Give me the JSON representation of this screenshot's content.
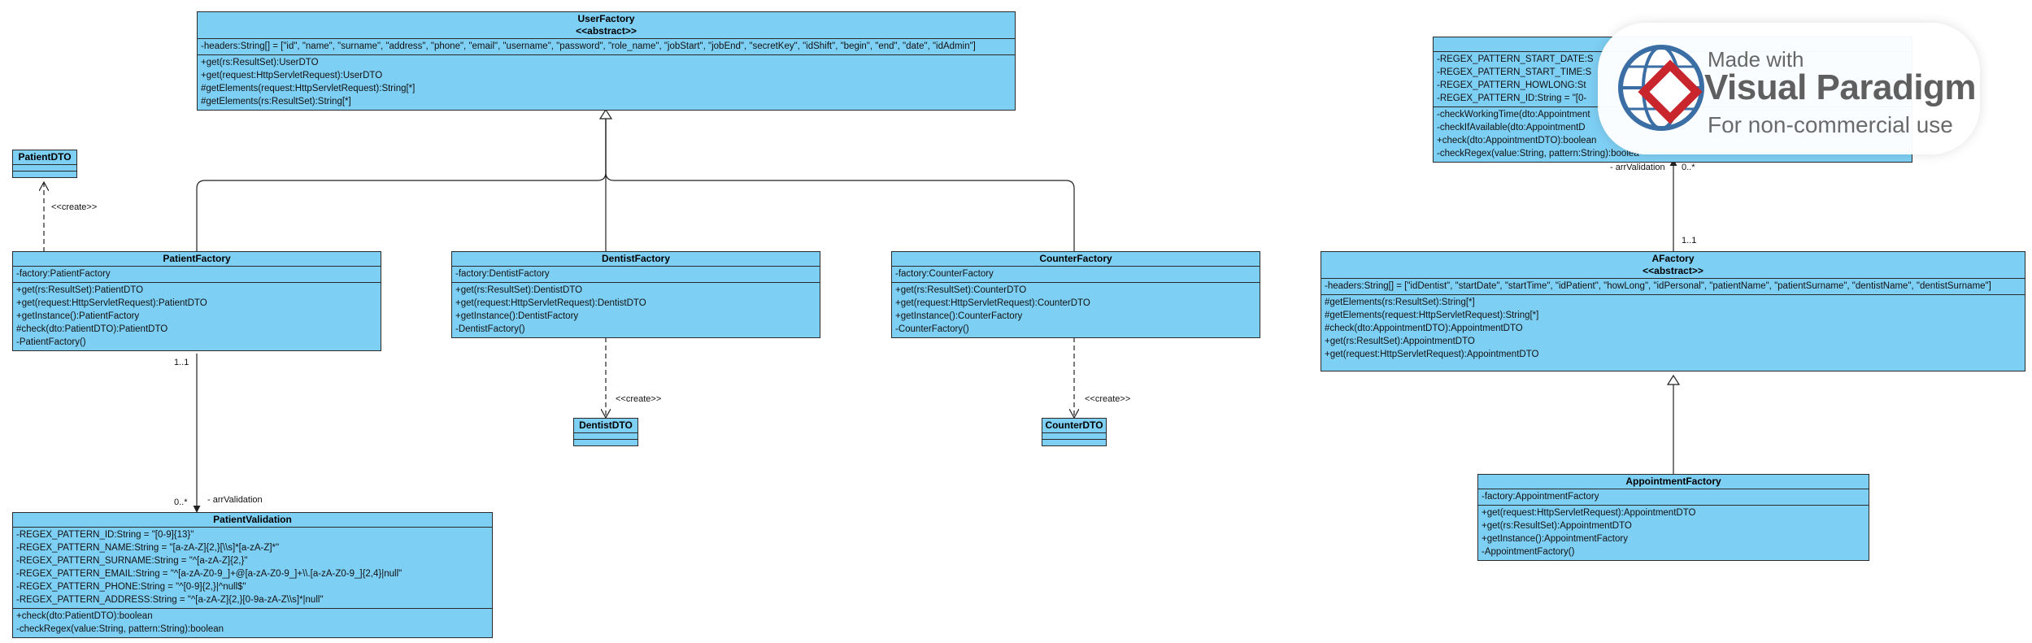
{
  "classes": {
    "userFactory": {
      "name": "UserFactory",
      "stereotype": "<<abstract>>",
      "attributes": [
        "-headers:String[] = [\"id\", \"name\", \"surname\", \"address\", \"phone\", \"email\", \"username\", \"password\", \"role_name\", \"jobStart\", \"jobEnd\", \"secretKey\", \"idShift\", \"begin\", \"end\", \"date\", \"idAdmin\"]"
      ],
      "operations": [
        "+get(rs:ResultSet):UserDTO",
        "+get(request:HttpServletRequest):UserDTO",
        "#getElements(request:HttpServletRequest):String[*]",
        "#getElements(rs:ResultSet):String[*]"
      ]
    },
    "patientDTO": {
      "name": "PatientDTO"
    },
    "patientFactory": {
      "name": "PatientFactory",
      "attributes": [
        "-factory:PatientFactory"
      ],
      "operations": [
        "+get(rs:ResultSet):PatientDTO",
        "+get(request:HttpServletRequest):PatientDTO",
        "+getInstance():PatientFactory",
        "#check(dto:PatientDTO):PatientDTO",
        "-PatientFactory()"
      ]
    },
    "dentistFactory": {
      "name": "DentistFactory",
      "attributes": [
        "-factory:DentistFactory"
      ],
      "operations": [
        "+get(rs:ResultSet):DentistDTO",
        "+get(request:HttpServletRequest):DentistDTO",
        "+getInstance():DentistFactory",
        "-DentistFactory()"
      ]
    },
    "counterFactory": {
      "name": "CounterFactory",
      "attributes": [
        "-factory:CounterFactory"
      ],
      "operations": [
        "+get(rs:ResultSet):CounterDTO",
        "+get(request:HttpServletRequest):CounterDTO",
        "+getInstance():CounterFactory",
        "-CounterFactory()"
      ]
    },
    "dentistDTO": {
      "name": "DentistDTO"
    },
    "counterDTO": {
      "name": "CounterDTO"
    },
    "patientValidation": {
      "name": "PatientValidation",
      "attributes": [
        "-REGEX_PATTERN_ID:String = \"[0-9]{13}\"",
        "-REGEX_PATTERN_NAME:String = \"[a-zA-Z]{2,}[\\\\s]*[a-zA-Z]*\"",
        "-REGEX_PATTERN_SURNAME:String = \"^[a-zA-Z]{2,}\"",
        "-REGEX_PATTERN_EMAIL:String = \"^[a-zA-Z0-9_]+@[a-zA-Z0-9_]+\\\\.[a-zA-Z0-9_]{2,4}|null\"",
        "-REGEX_PATTERN_PHONE:String = \"^[0-9]{2,}|^null$\"",
        "-REGEX_PATTERN_ADDRESS:String = \"^[a-zA-Z]{2,}[0-9a-zA-Z\\\\s]*|null\""
      ],
      "operations": [
        "+check(dto:PatientDTO):boolean",
        "-checkRegex(value:String, pattern:String):boolean"
      ]
    },
    "appointmentValidation": {
      "attributes": [
        "-REGEX_PATTERN_START_DATE:S",
        "-REGEX_PATTERN_START_TIME:S",
        "-REGEX_PATTERN_HOWLONG:St",
        "-REGEX_PATTERN_ID:String = \"[0-"
      ],
      "operations": [
        "-checkWorkingTime(dto:Appointment",
        "-checkIfAvailable(dto:AppointmentD",
        "+check(dto:AppointmentDTO):boolean",
        "-checkRegex(value:String, pattern:String):boolea"
      ]
    },
    "aFactory": {
      "name": "AFactory",
      "stereotype": "<<abstract>>",
      "attributes": [
        "-headers:String[] = [\"idDentist\", \"startDate\", \"startTime\", \"idPatient\", \"howLong\", \"idPersonal\", \"patientName\", \"patientSurname\", \"dentistName\", \"dentistSurname\"]"
      ],
      "operations": [
        "#getElements(rs:ResultSet):String[*]",
        "#getElements(request:HttpServletRequest):String[*]",
        "#check(dto:AppointmentDTO):AppointmentDTO",
        "+get(rs:ResultSet):AppointmentDTO",
        "+get(request:HttpServletRequest):AppointmentDTO"
      ]
    },
    "appointmentFactory": {
      "name": "AppointmentFactory",
      "attributes": [
        "-factory:AppointmentFactory"
      ],
      "operations": [
        "+get(request:HttpServletRequest):AppointmentDTO",
        "+get(rs:ResultSet):AppointmentDTO",
        "+getInstance():AppointmentFactory",
        "-AppointmentFactory()"
      ]
    }
  },
  "labels": {
    "create": "<<create>>",
    "arrValidation": "- arrValidation",
    "one": "1..1",
    "many": "0..*"
  },
  "watermark": {
    "top": "Made with",
    "brand": "Visual Paradigm",
    "sub": "For non-commercial use"
  },
  "colors": {
    "classFill": "#7ecff4",
    "border": "#2a2a2a",
    "logoRed": "#c8262c",
    "logoBlue": "#3a6ea5"
  }
}
